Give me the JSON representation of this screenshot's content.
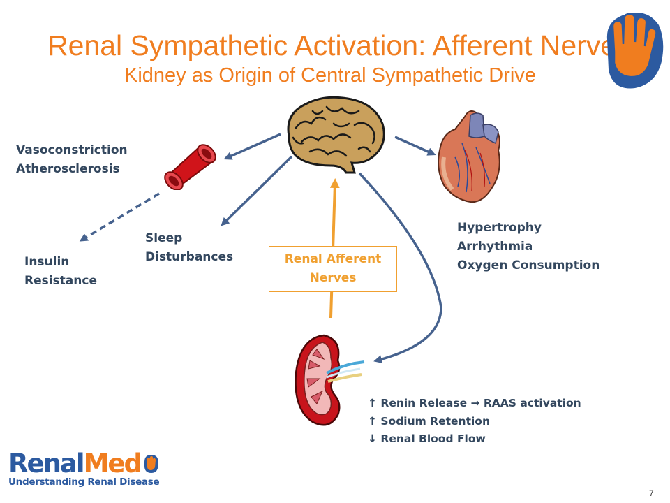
{
  "slide": {
    "title": "Renal Sympathetic Activation: Afferent Nerves",
    "subtitle": "Kidney as Origin of Central Sympathetic Drive",
    "page_number": "7"
  },
  "labels": {
    "vessel": [
      "Vasoconstriction",
      "Atherosclerosis"
    ],
    "insulin": [
      "Insulin",
      "Resistance"
    ],
    "sleep": [
      "Sleep",
      "Disturbances"
    ],
    "heart": [
      "Hypertrophy",
      "Arrhythmia",
      "Oxygen Consumption"
    ],
    "afferent_nerves": [
      "Renal Afferent",
      "Nerves"
    ]
  },
  "kidney_effects": [
    "↑ Renin Release  → RAAS activation",
    "↑ Sodium Retention",
    "↓ Renal Blood Flow"
  ],
  "logo": {
    "renal": "Renal",
    "med": "Med",
    "tagline": "Understanding Renal Disease"
  },
  "colors": {
    "title": "#f07d1f",
    "label_text": "#33475e",
    "arrow": "#46628e",
    "afferent_arrow": "#f0a030",
    "logo_blue": "#2c5aa0",
    "logo_orange": "#f07d1f"
  },
  "icons": [
    "brain-icon",
    "artery-icon",
    "heart-icon",
    "kidney-icon",
    "hand-logo-icon"
  ]
}
